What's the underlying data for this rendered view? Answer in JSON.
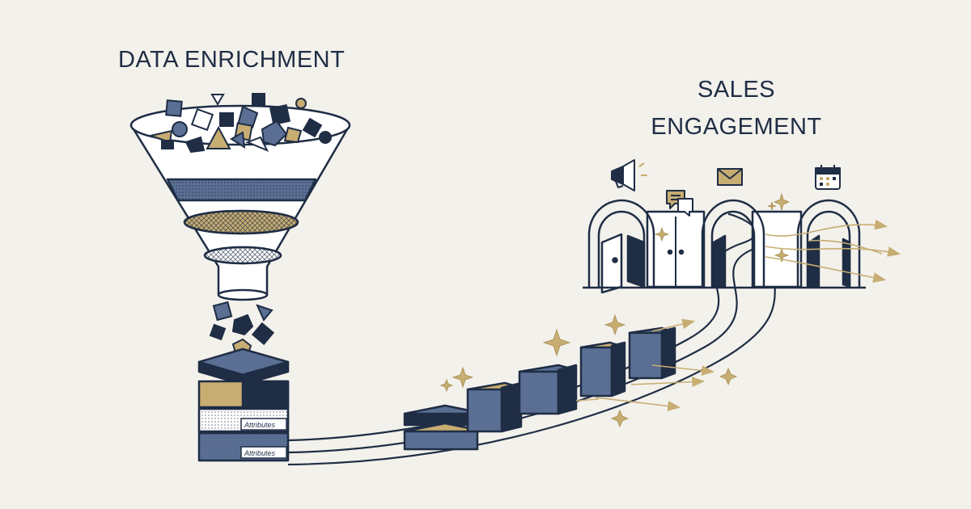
{
  "headings": {
    "left": "DATA ENRICHMENT",
    "right_line1": "SALES",
    "right_line2": "ENGAGEMENT"
  },
  "stack_labels": [
    "Attributes",
    "Attributes"
  ],
  "colors": {
    "background": "#f3f1eb",
    "navy": "#1f2d45",
    "slate": "#5a6f93",
    "gold": "#c7ad72",
    "light": "#ffffff"
  },
  "icons": [
    "megaphone-icon",
    "chat-icon",
    "envelope-icon",
    "calendar-icon",
    "sparkle-icon",
    "arrow-icon"
  ]
}
